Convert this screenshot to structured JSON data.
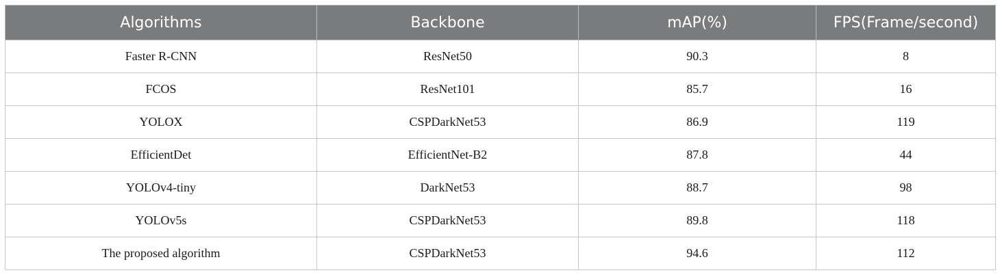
{
  "table": {
    "headers": [
      "Algorithms",
      "Backbone",
      "mAP(%)",
      "FPS(Frame/second)"
    ],
    "rows": [
      [
        "Faster R-CNN",
        "ResNet50",
        "90.3",
        "8"
      ],
      [
        "FCOS",
        "ResNet101",
        "85.7",
        "16"
      ],
      [
        "YOLOX",
        "CSPDarkNet53",
        "86.9",
        "119"
      ],
      [
        "EfficientDet",
        "EfficientNet-B2",
        "87.8",
        "44"
      ],
      [
        "YOLOv4-tiny",
        "DarkNet53",
        "88.7",
        "98"
      ],
      [
        "YOLOv5s",
        "CSPDarkNet53",
        "89.8",
        "118"
      ],
      [
        "The proposed algorithm",
        "CSPDarkNet53",
        "94.6",
        "112"
      ]
    ]
  },
  "colors": {
    "header_background": "#7a7b7c",
    "header_text": "#ffffff",
    "grid_line": "#c6c6c6"
  }
}
